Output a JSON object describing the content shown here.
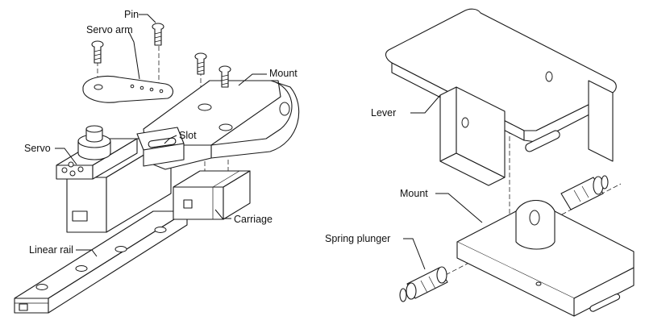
{
  "labels": {
    "pin": "Pin",
    "servo_arm": "Servo arm",
    "mount_left": "Mount",
    "slot": "Slot",
    "servo": "Servo",
    "carriage": "Carriage",
    "linear_rail": "Linear rail",
    "lever": "Lever",
    "mount_right": "Mount",
    "spring_plunger": "Spring plunger"
  }
}
